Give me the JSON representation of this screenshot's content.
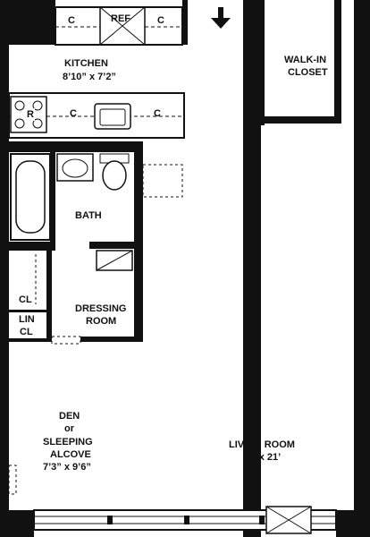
{
  "rooms": {
    "kitchen": {
      "name": "KITCHEN",
      "size": "8’10” x 7’2”"
    },
    "walk_in_closet": {
      "line1": "WALK-IN",
      "line2": "CLOSET"
    },
    "bath": {
      "name": "BATH"
    },
    "dressing_room": {
      "line1": "DRESSING",
      "line2": "ROOM"
    },
    "den": {
      "line1": "DEN",
      "line2": "or",
      "line3": "SLEEPING",
      "line4": "ALCOVE",
      "size": "7’3” x 9’6”"
    },
    "living_room": {
      "name": "LIVING ROOM",
      "size": "12’ x 21’"
    }
  },
  "closets": {
    "cl": "CL",
    "lin_line1": "LIN",
    "lin_line2": "CL"
  },
  "fixtures": {
    "cabinet_top_left": "C",
    "refrigerator_top": "REF",
    "cabinet_top_right": "C",
    "range": "R",
    "cabinet_bottom_1": "C",
    "cabinet_bottom_2": "C"
  },
  "entry": {
    "icon": "arrow-down-icon"
  },
  "colors": {
    "wall": "#111111",
    "line": "#222222",
    "background": "#ffffff"
  }
}
